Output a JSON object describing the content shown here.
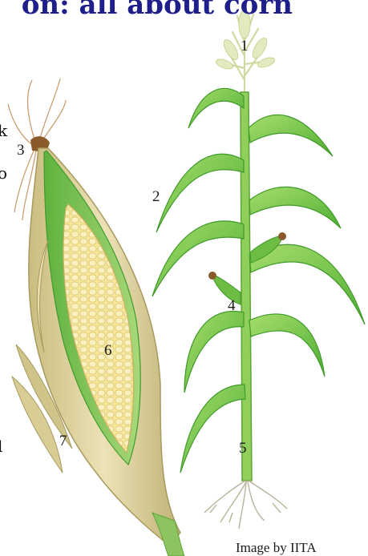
{
  "title": "on: all about corn",
  "left_edge_fragments": [
    "k",
    "o",
    "l"
  ],
  "labels": [
    "1",
    "2",
    "3",
    "4",
    "5",
    "6",
    "7"
  ],
  "credit": "Image by IITA",
  "colors": {
    "title": "#1f1f8c",
    "leaf": "#7cc84a",
    "leaf_dark": "#3f9a2a",
    "stalk": "#8fcf5a",
    "husk": "#d9cf9a",
    "husk_dark": "#b8a96a",
    "kernel": "#f3e38a",
    "silk": "#8a5a2a",
    "tassel": "#dfe8b8"
  }
}
